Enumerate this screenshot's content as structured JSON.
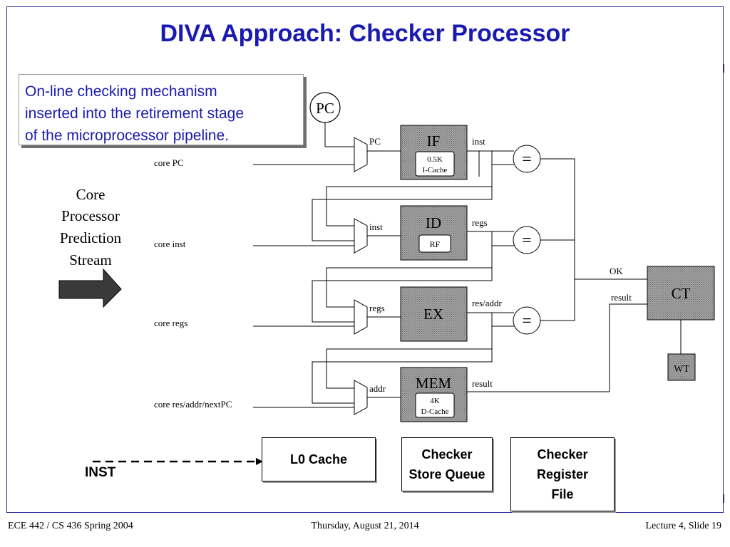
{
  "slide": {
    "title": "DIVA Approach: Checker Processor",
    "callout_lines": [
      "On-line checking mechanism",
      "inserted into the retirement stage",
      "of the microprocessor pipeline."
    ]
  },
  "diagram": {
    "pc": "PC",
    "left_label": [
      "Core",
      "Processor",
      "Prediction",
      "Stream"
    ],
    "inputs": [
      "core PC",
      "core inst",
      "core regs",
      "core res/addr/nextPC"
    ],
    "mux_labels": [
      "PC",
      "inst",
      "regs",
      "addr"
    ],
    "stages": [
      {
        "name": "IF",
        "inner": [
          "0.5K",
          "I-Cache"
        ],
        "out": "inst"
      },
      {
        "name": "ID",
        "inner": [
          "RF"
        ],
        "out": "regs"
      },
      {
        "name": "EX",
        "inner": [],
        "out": "res/addr"
      },
      {
        "name": "MEM",
        "inner": [
          "4K",
          "D-Cache"
        ],
        "out": "result"
      }
    ],
    "compare": "=",
    "ct": "CT",
    "wt": "WT",
    "ok": "OK",
    "result": "result"
  },
  "bottom": {
    "inst": "INST",
    "l0": "L0 Cache",
    "store_queue": [
      "Checker",
      "Store Queue"
    ],
    "register_file": [
      "Checker",
      "Register",
      "File"
    ]
  },
  "footer": {
    "left": "ECE 442 / CS 436 Spring 2004",
    "center": "Thursday, August 21, 2014",
    "right": "Lecture 4, Slide 19"
  },
  "colors": {
    "title": "#1a1ab0",
    "frame": "#2a2a9a",
    "stage_fill": "#9a9a9a"
  }
}
